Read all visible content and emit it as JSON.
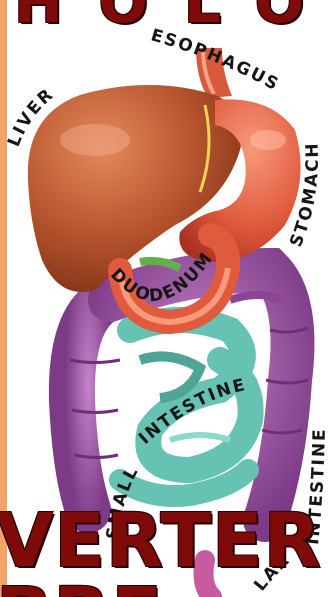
{
  "title_top": "HOLO",
  "title_bottom": "VERTER",
  "title_bottom_cutoff": "BRE…",
  "labels": {
    "esophagus": "ESOPHAGUS",
    "liver": "LIVER",
    "stomach": "STOMACH",
    "duodenum": "DUODENUM",
    "small_intestine_1": "INTESTINE",
    "small_intestine_2": "SMALL",
    "large_intestine_1": "INTESTINE",
    "large_intestine_2": "LAR"
  },
  "colors": {
    "title": "#7e0a0a",
    "liver": "#b5532d",
    "stomach": "#e05a3d",
    "intestine_large": "#a05aa8",
    "intestine_small": "#66c2b2",
    "accent_stripe": "#f3a36a"
  }
}
